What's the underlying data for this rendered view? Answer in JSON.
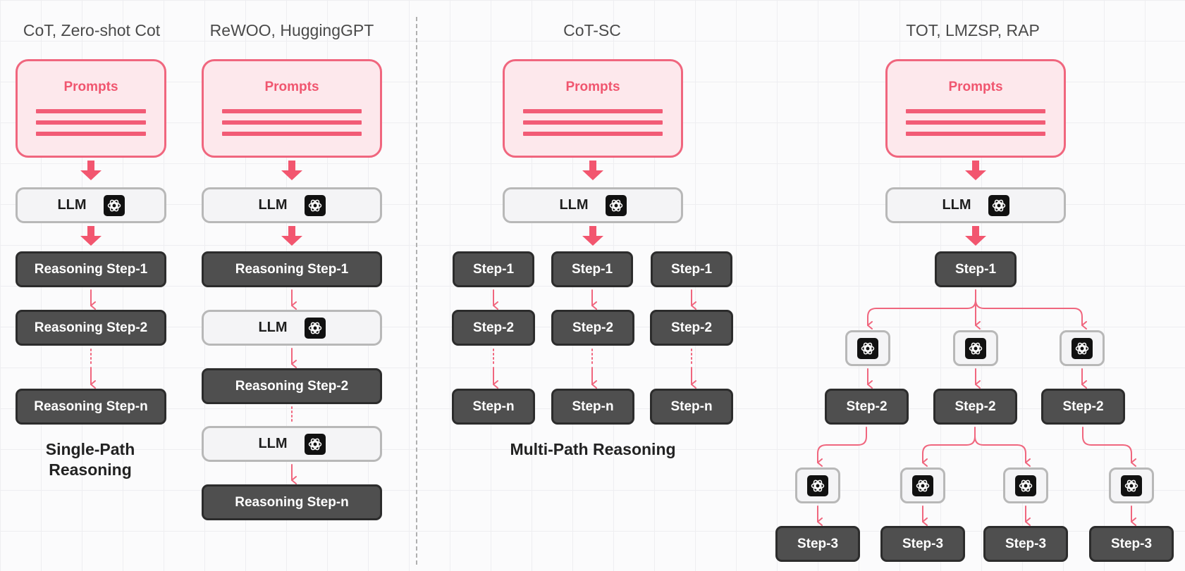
{
  "headings": {
    "cot": "CoT, Zero-shot Cot",
    "rewoo": "ReWOO, HuggingGPT",
    "cotsc": "CoT-SC",
    "tot": "TOT, LMZSP, RAP"
  },
  "labels": {
    "prompts": "Prompts",
    "llm": "LLM",
    "reasoning_step_1": "Reasoning Step-1",
    "reasoning_step_2": "Reasoning Step-2",
    "reasoning_step_n": "Reasoning Step-n",
    "step_1": "Step-1",
    "step_2": "Step-2",
    "step_n": "Step-n",
    "step_3": "Step-3"
  },
  "captions": {
    "single_path_line1": "Single-Path",
    "single_path_line2": "Reasoning",
    "multi_path": "Multi-Path Reasoning"
  },
  "icons": {
    "model": "openai-logo-icon",
    "arrow": "arrow-down-icon"
  },
  "colors": {
    "accent_pink": "#f0667e",
    "prompt_fill": "#fde8ec",
    "step_fill": "#4f4f4f",
    "llm_fill": "#f4f4f6",
    "llm_border": "#b8b8b8",
    "divider": "#b0b0b0"
  }
}
